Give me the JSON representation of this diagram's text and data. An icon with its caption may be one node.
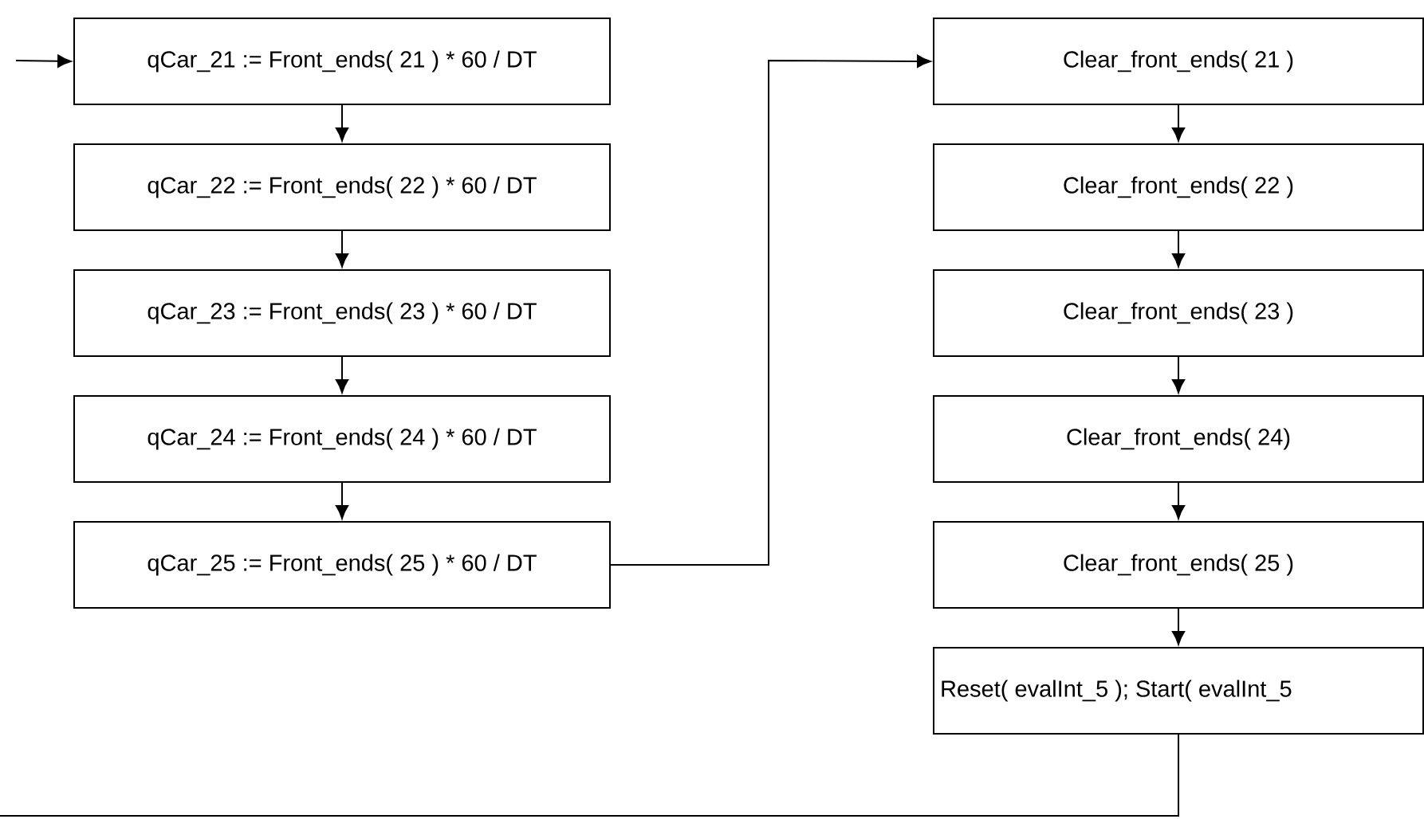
{
  "diagram": {
    "nodes": [
      {
        "text": [
          "qCar_21 := Front_ends( 21 ) * 60 / DT"
        ]
      },
      {
        "text": [
          "qCar_22 := Front_ends( 22 ) * 60 / DT"
        ]
      },
      {
        "text": [
          "qCar_23 := Front_ends( 23 ) * 60 / DT"
        ]
      },
      {
        "text": [
          "qCar_24 := Front_ends( 24 ) * 60 / DT"
        ]
      },
      {
        "text": [
          "qCar_25 := Front_ends( 25 ) * 60 / DT"
        ]
      },
      {
        "text": [
          "Clear_front_ends( 21 )"
        ]
      },
      {
        "text": [
          "Clear_front_ends( 22 )"
        ]
      },
      {
        "text": [
          "Clear_front_ends( 23 )"
        ]
      },
      {
        "text": [
          "Clear_front_ends( 24)"
        ]
      },
      {
        "text": [
          "Clear_front_ends( 25 )"
        ]
      },
      {
        "text": [
          "Reset( evalInt_5 ); Start( evalInt_5"
        ]
      }
    ],
    "edges": [
      {
        "from": null,
        "to": 0,
        "arrow": "to"
      },
      {
        "from": 0,
        "to": 1,
        "arrow": "to"
      },
      {
        "from": 1,
        "to": 2,
        "arrow": "to"
      },
      {
        "from": 2,
        "to": 3,
        "arrow": "to"
      },
      {
        "from": 3,
        "to": 4,
        "arrow": "to"
      },
      {
        "from": 4,
        "to": 5,
        "arrow": "to"
      },
      {
        "from": 5,
        "to": 6,
        "arrow": "to"
      },
      {
        "from": 6,
        "to": 7,
        "arrow": "to"
      },
      {
        "from": 7,
        "to": 8,
        "arrow": "to"
      },
      {
        "from": 8,
        "to": 9,
        "arrow": "to"
      },
      {
        "from": 9,
        "to": 10,
        "arrow": "to"
      },
      {
        "from": 10,
        "to": null,
        "arrow": "none"
      }
    ]
  }
}
